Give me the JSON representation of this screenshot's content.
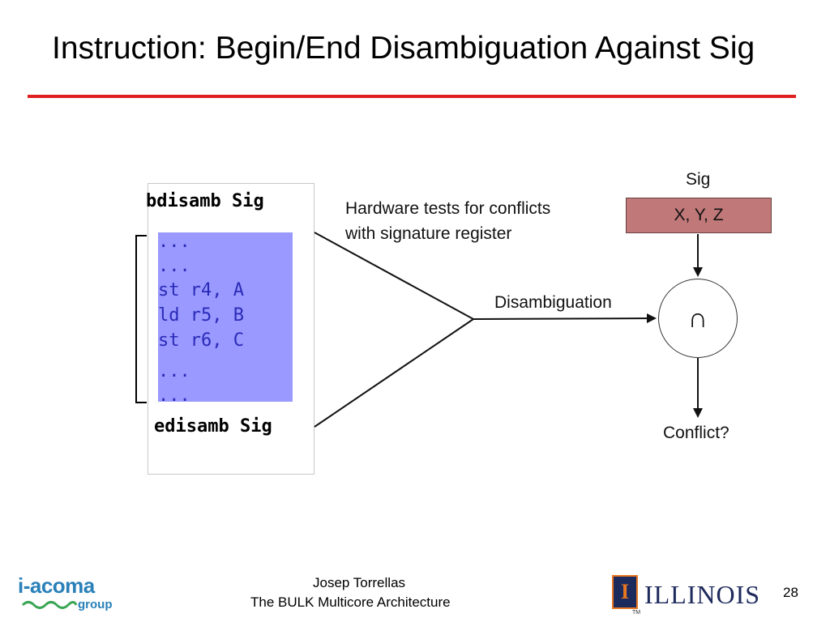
{
  "slide": {
    "title": "Instruction: Begin/End Disambiguation Against Sig",
    "page_number": "28"
  },
  "code": {
    "begin": "bdisamb Sig",
    "lines": [
      "...",
      "...",
      "st r4, A",
      "ld r5, B",
      "st r6, C",
      "...",
      "..."
    ],
    "end": "edisamb Sig"
  },
  "diagram": {
    "hardware_note_line1": "Hardware tests for conflicts",
    "hardware_note_line2": "with signature register",
    "disambiguation_label": "Disambiguation",
    "sig_label": "Sig",
    "sig_contents": "X, Y, Z",
    "intersection_symbol": "∩",
    "conflict_label": "Conflict?"
  },
  "footer": {
    "author": "Josep Torrellas",
    "talk_title": "The BULK Multicore Architecture",
    "logo_left_main": "i-acoma",
    "logo_left_sub": "group",
    "logo_right_emblem": "I",
    "logo_right_word": "ILLINOIS",
    "logo_right_tm": "TM"
  },
  "colors": {
    "title_rule": "#e02020",
    "code_highlight": "#9999ff",
    "sig_box": "#c07878",
    "illinois_blue": "#1d2a5c",
    "illinois_orange": "#e87722"
  }
}
